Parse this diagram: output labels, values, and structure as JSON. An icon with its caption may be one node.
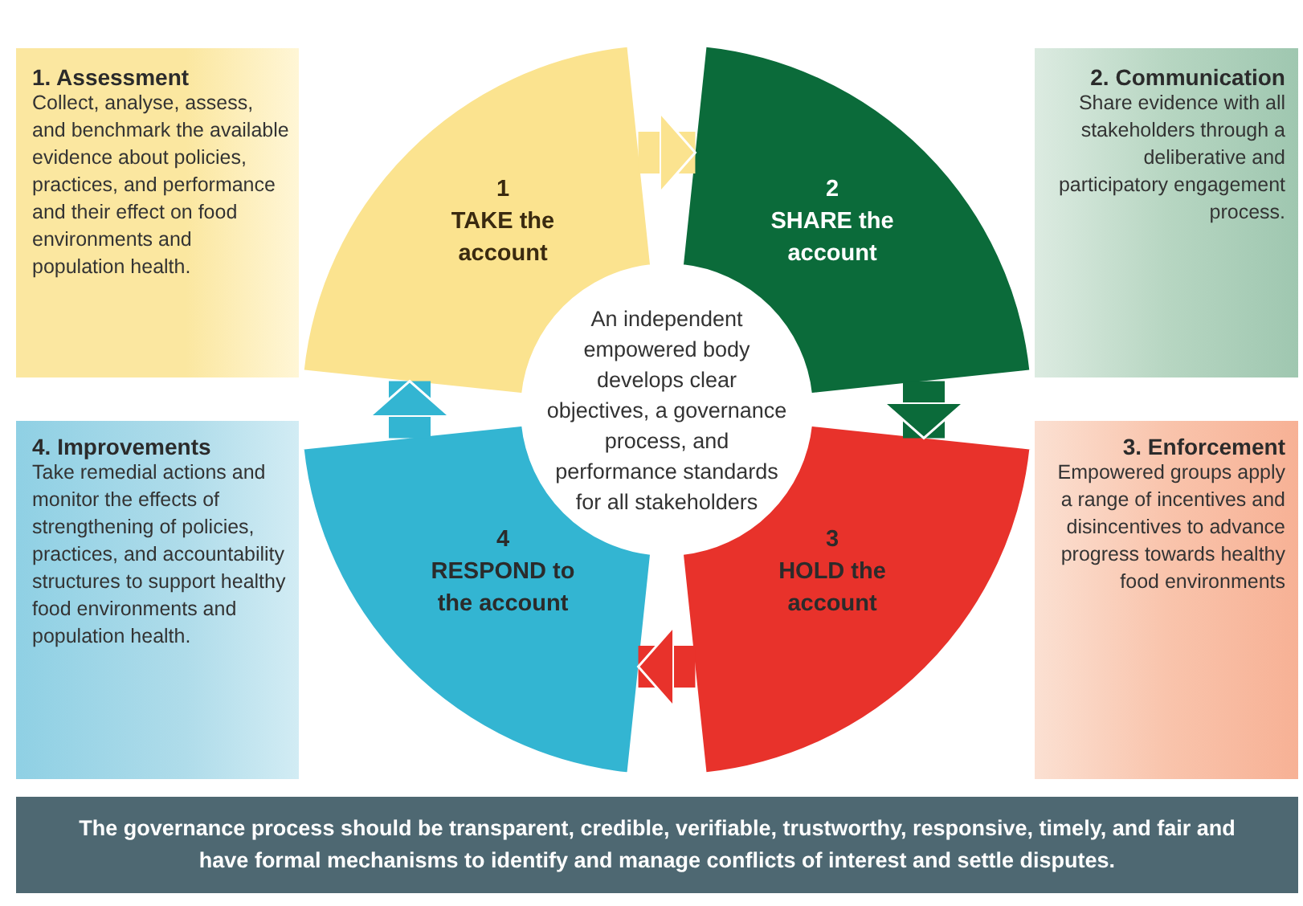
{
  "diagram": {
    "nodes": [
      {
        "text": [
          "1. Assessment",
          "Collect, analyse, assess, and benchmark the available evidence about policies, practices, and performance and their effect on food environments and population health."
        ]
      },
      {
        "text": [
          "2. Communication",
          "Share evidence with all stakeholders through a deliberative and participatory engagement process."
        ]
      },
      {
        "text": [
          "3. Enforcement",
          "Empowered groups apply a range of incentives and disincentives to advance progress towards healthy food environments"
        ]
      },
      {
        "text": [
          "4. Improvements",
          "Take remedial actions and monitor the effects of strengthening of policies, practices, and accountability structures to support healthy food environments and population health."
        ]
      },
      {
        "text": [
          "1",
          "TAKE the account"
        ]
      },
      {
        "text": [
          "2",
          "SHARE the account"
        ]
      },
      {
        "text": [
          "3",
          "HOLD the account"
        ]
      },
      {
        "text": [
          "4",
          "RESPOND to the account"
        ]
      },
      {
        "text": [
          "An independent empowered body develops clear objectives, a governance process, and performance standards for all stakeholders"
        ]
      },
      {
        "text": [
          "The governance process should be transparent, credible, verifiable, trustworthy, responsive, timely, and fair and have formal mechanisms to identify and manage conflicts of interest and settle disputes."
        ]
      }
    ],
    "edges": [
      {
        "from": 4,
        "to": 5,
        "arrow": "to",
        "color": "#fbe38f"
      },
      {
        "from": 5,
        "to": 6,
        "arrow": "to",
        "color": "#0b6b3a"
      },
      {
        "from": 6,
        "to": 7,
        "arrow": "to",
        "color": "#e8322b"
      },
      {
        "from": 7,
        "to": 4,
        "arrow": "to",
        "color": "#33b5d2"
      }
    ]
  }
}
